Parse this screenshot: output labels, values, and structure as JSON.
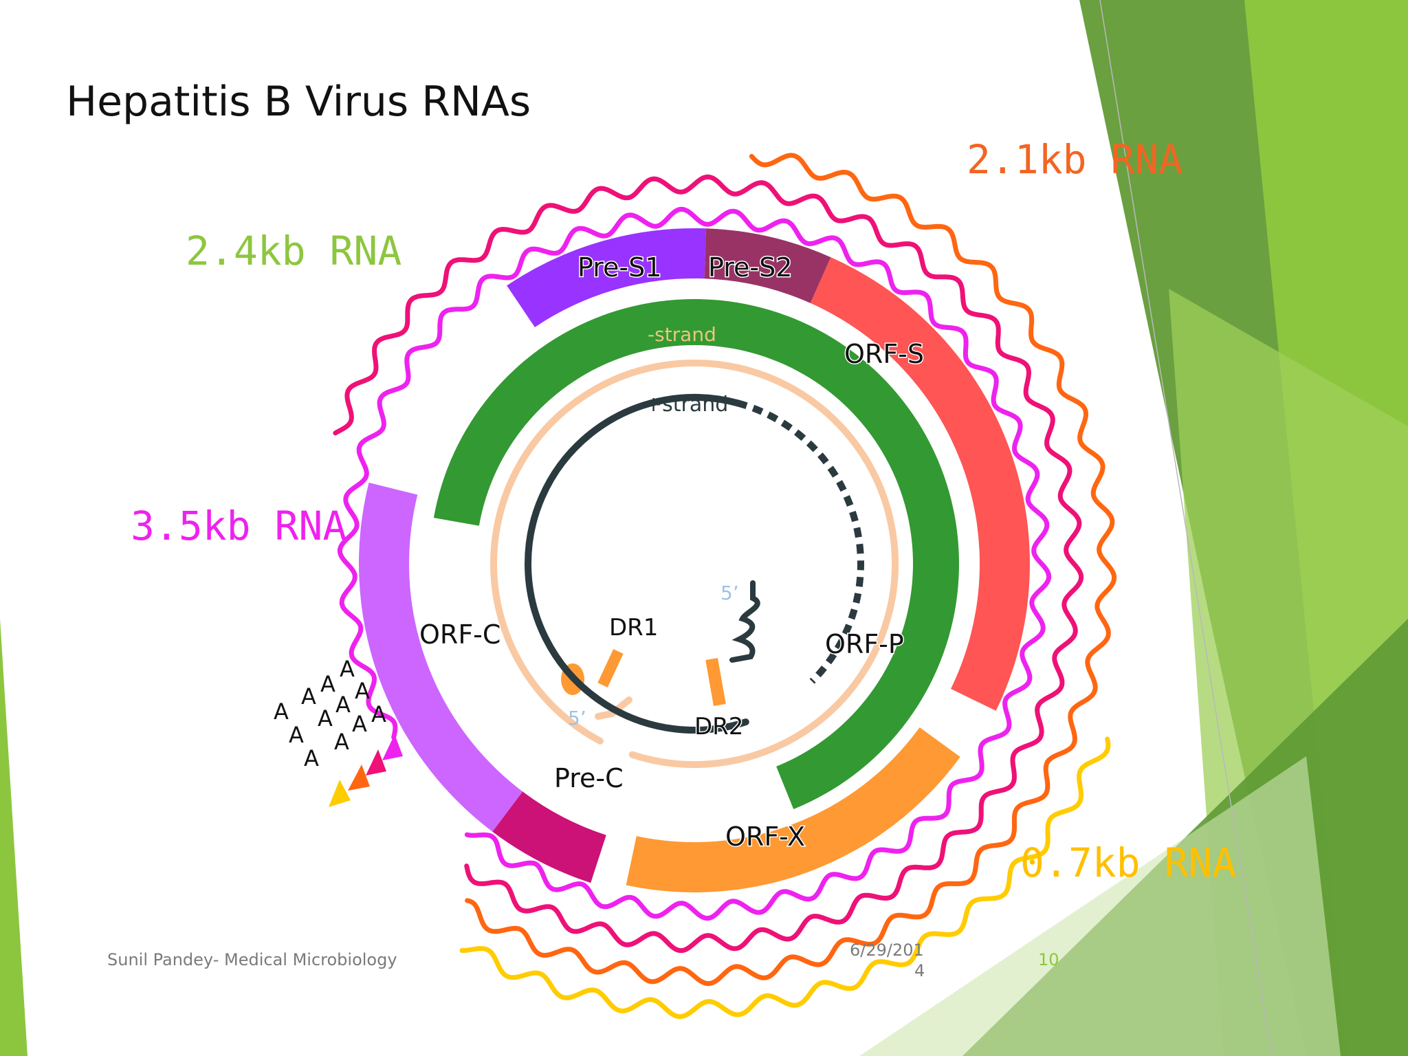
{
  "slide": {
    "title": "Hepatitis B Virus RNAs",
    "footer_author": "Sunil Pandey- Medical Microbiology",
    "footer_date_line1": "6/29/201",
    "footer_date_line2": "4",
    "page_number": "10"
  },
  "rna_labels": {
    "rna_2_1": "2.1kb RNA",
    "rna_2_4": "2.4kb RNA",
    "rna_3_5": "3.5kb RNA",
    "rna_0_7": "0.7kb RNA"
  },
  "orf_labels": {
    "pre_s1": "Pre-S1",
    "pre_s2": "Pre-S2",
    "orf_s": "ORF-S",
    "orf_p": "ORF-P",
    "orf_c": "ORF-C",
    "pre_c": "Pre-C",
    "orf_x": "ORF-X"
  },
  "dna_labels": {
    "minus_strand": "-strand",
    "plus_strand": "+strand",
    "dr1": "DR1",
    "dr2": "DR2",
    "five_prime_top": "5’",
    "five_prime_bottom": "5’"
  },
  "poly_a": "A",
  "colors": {
    "rna_3_5": "#ee22ee",
    "rna_2_4": "#ee1177",
    "rna_2_1": "#ff6611",
    "rna_0_7": "#ffcc00",
    "rna_2_4_label": "#8dc63f",
    "rna_2_1_label": "#f26522",
    "rna_0_7_label": "#ffc000",
    "pre_s1": "#9933ff",
    "pre_s2": "#993366",
    "orf_s": "#ff5555",
    "orf_p": "#339933",
    "orf_c": "#cc66ff",
    "pre_c": "#cc1177",
    "orf_x": "#ff9933",
    "minus_strand": "#f9c9a3",
    "plus_strand": "#2b3a3f",
    "green_deco": "#7ab648"
  }
}
